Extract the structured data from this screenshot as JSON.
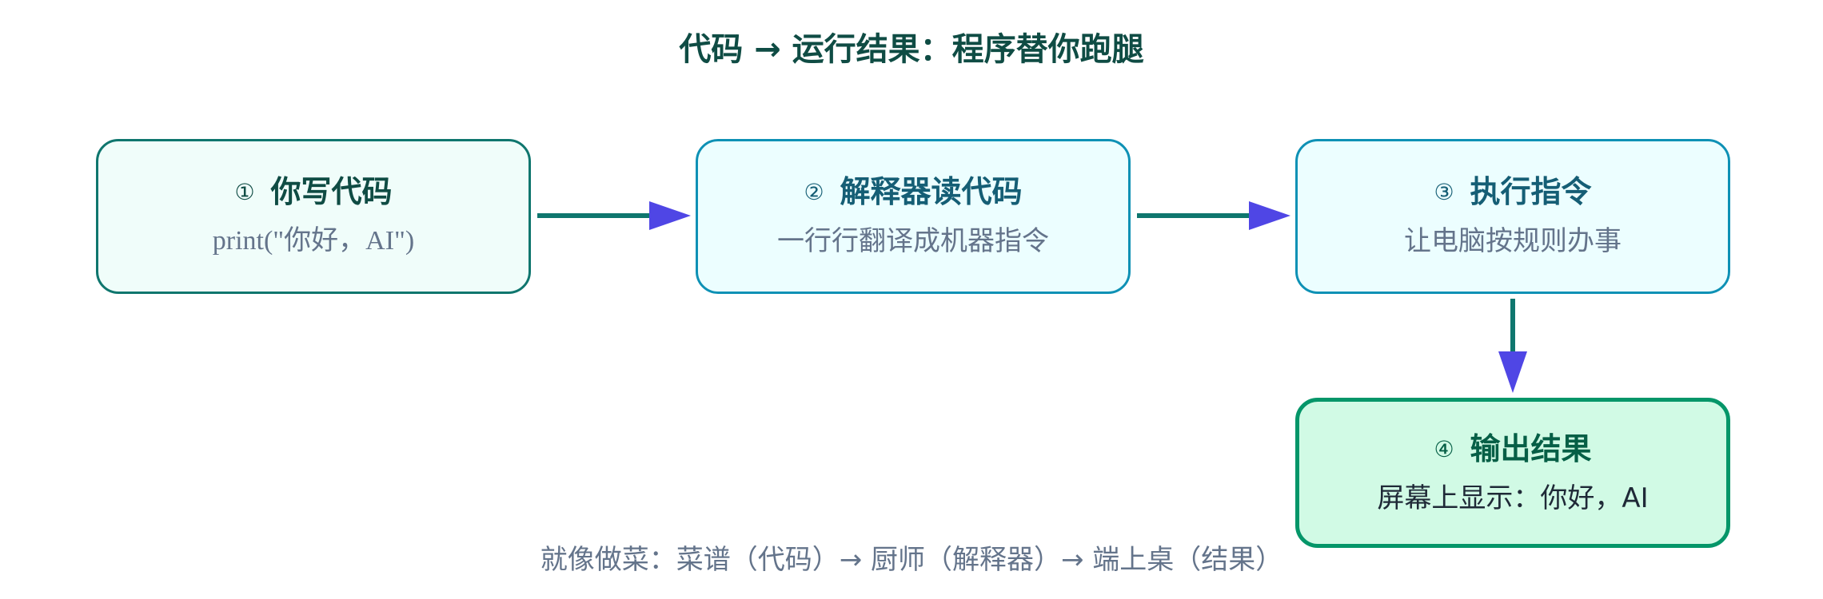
{
  "title": "代码 → 运行结果：程序替你跑腿",
  "steps": [
    {
      "num": "①",
      "heading": "你写代码",
      "detail": "print(\"你好，AI\")"
    },
    {
      "num": "②",
      "heading": "解释器读代码",
      "detail": "一行行翻译成机器指令"
    },
    {
      "num": "③",
      "heading": "执行指令",
      "detail": "让电脑按规则办事"
    },
    {
      "num": "④",
      "heading": "输出结果",
      "detail": "屏幕上显示：你好，AI"
    }
  ],
  "caption": "就像做菜：菜谱（代码）→ 厨师（解释器）→ 端上桌（结果）",
  "colors": {
    "title": "#0f4c44",
    "arrow_line": "#0f766e",
    "arrow_head": "#4f46e5",
    "step1_border": "#0f766e",
    "step1_fill": "#f0fdfa",
    "step2_3_border": "#0e91b5",
    "step2_3_fill": "#ecfeff",
    "step4_border": "#059669",
    "step4_fill": "#d1fae5",
    "muted_text": "#64748b"
  }
}
